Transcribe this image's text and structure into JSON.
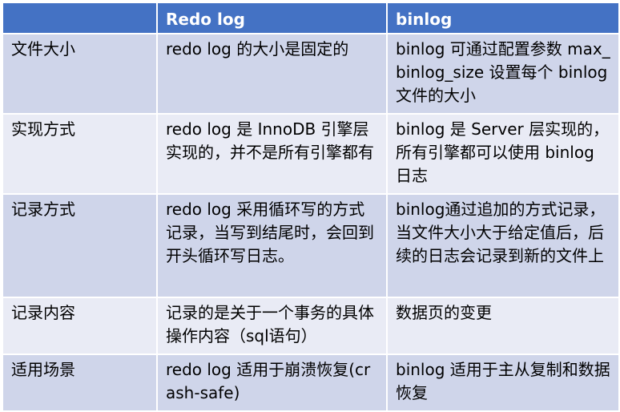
{
  "table": {
    "headers": [
      "",
      "Redo log",
      "binlog"
    ],
    "rows": [
      [
        "文件大小",
        "redo log 的大小是固定的",
        "binlog 可通过配置参数 max_binlog_size 设置每个 binlog 文件的大小"
      ],
      [
        "实现方式",
        "redo log 是 InnoDB 引擎层实现的，并不是所有引擎都有",
        "binlog 是 Server 层实现的，所有引擎都可以使用 binlog 日志"
      ],
      [
        "记录方式",
        "redo log 采用循环写的方式记录，当写到结尾时，会回到开头循环写日志。",
        "binlog通过追加的方式记录，当文件大小大于给定值后，后续的日志会记录到新的文件上"
      ],
      [
        "记录内容",
        "记录的是关于一个事务的具体操作内容（sql语句）",
        "数据页的变更"
      ],
      [
        "适用场景",
        "redo log 适用于崩溃恢复(crash-safe)",
        "binlog 适用于主从复制和数据恢复"
      ]
    ]
  },
  "colors": {
    "header_bg": "#4472c4",
    "header_text": "#ffffff",
    "row_dark": "#cfd5ea",
    "row_light": "#e9ebf5",
    "grid_line": "#ffffff"
  }
}
